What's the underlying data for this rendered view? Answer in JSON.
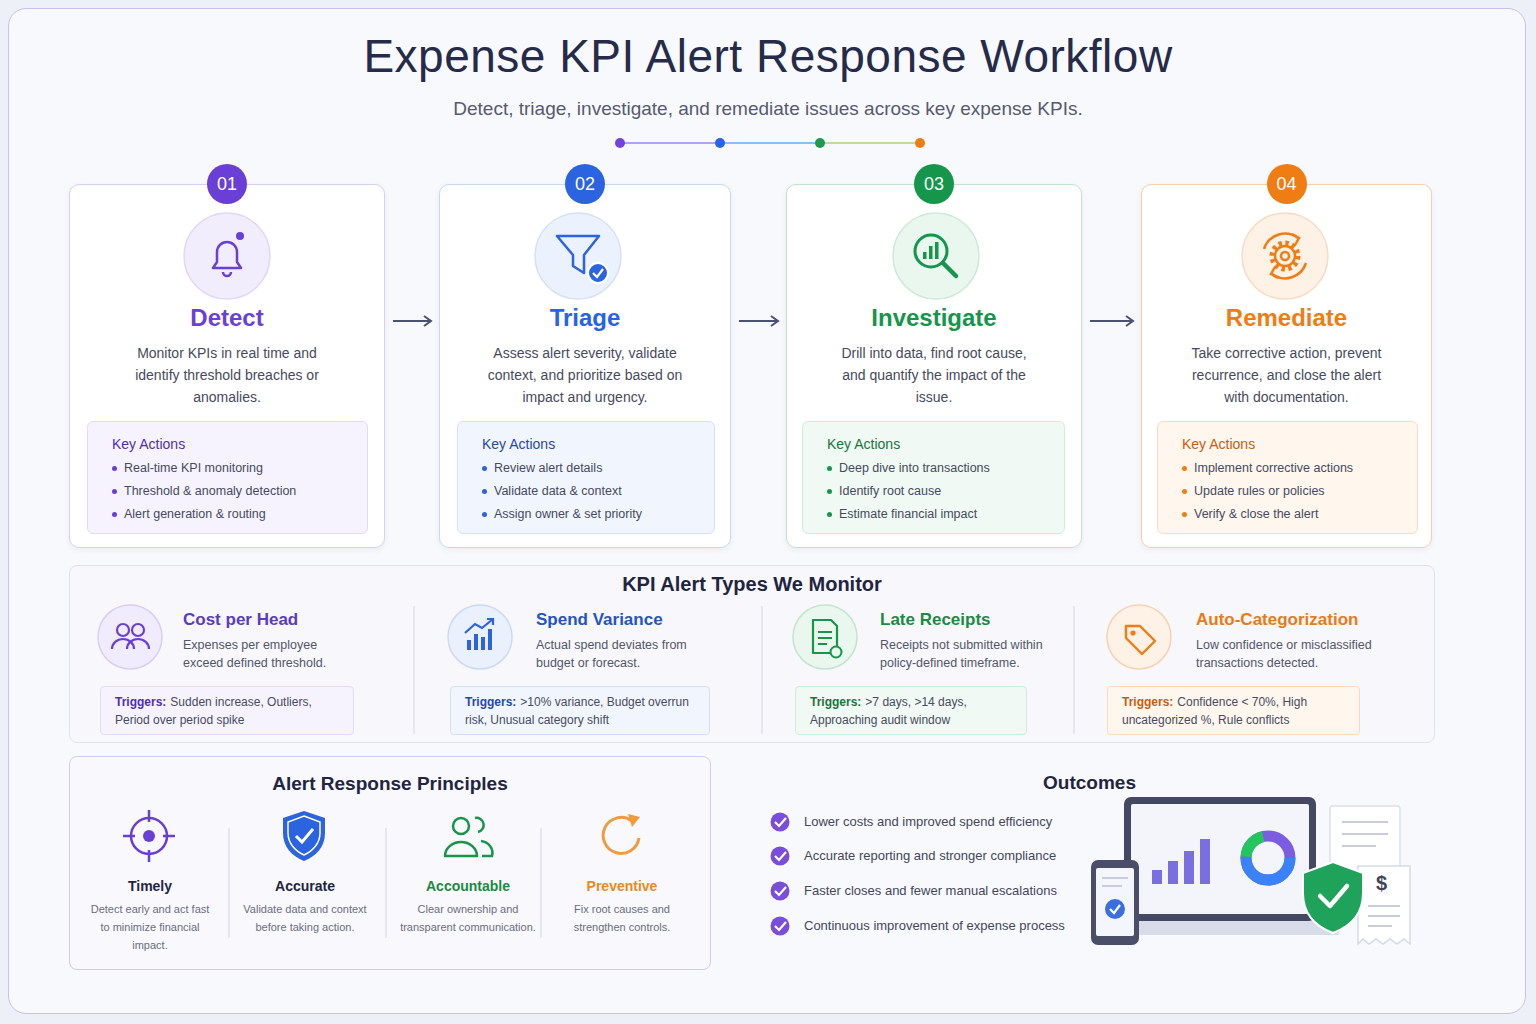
{
  "diagram": {
    "title": "Expense KPI Alert Response Workflow",
    "caption": "Detect, triage, investigate, and remediate issues across key expense KPIs.",
    "nodes": [
      {
        "text": [
          "01",
          "Detect",
          "Monitor KPIs in real time and identify threshold breaches or anomalies."
        ]
      },
      {
        "text": [
          "Key Actions",
          "Real-time KPI monitoring",
          "Threshold & anomaly detection",
          "Alert generation & routing"
        ],
        "in": 0
      },
      {
        "text": [
          "02",
          "Triage",
          "Assess alert severity, validate context, and prioritize based on impact and urgency."
        ]
      },
      {
        "text": [
          "Key Actions",
          "Review alert details",
          "Validate data & context",
          "Assign owner & set priority"
        ],
        "in": 2
      },
      {
        "text": [
          "03",
          "Investigate",
          "Drill into data, find root cause, and quantify the impact of the issue."
        ]
      },
      {
        "text": [
          "Key Actions",
          "Deep dive into transactions",
          "Identify root cause",
          "Estimate financial impact"
        ],
        "in": 4
      },
      {
        "text": [
          "04",
          "Remediate",
          "Take corrective action, prevent recurrence, and close the alert with documentation."
        ]
      },
      {
        "text": [
          "Key Actions",
          "Implement corrective actions",
          "Update rules or policies",
          "Verify & close the alert"
        ],
        "in": 6
      },
      {
        "text": [
          "KPI Alert Types We Monitor"
        ]
      },
      {
        "text": [
          "Cost per Head",
          "Expenses per employee exceed defined threshold."
        ],
        "in": 8
      },
      {
        "text": [
          "Triggers:",
          "Sudden increase, Outliers, Period over period spike"
        ],
        "in": 9
      },
      {
        "text": [
          "Spend Variance",
          "Actual spend deviates from budget or forecast."
        ],
        "in": 8
      },
      {
        "text": [
          "Triggers:",
          ">10% variance, Budget overrun risk, Unusual category shift"
        ],
        "in": 11
      },
      {
        "text": [
          "Late Receipts",
          "Receipts not submitted within policy-defined timeframe."
        ],
        "in": 8
      },
      {
        "text": [
          "Triggers:",
          ">7 days, >14 days, Approaching audit window"
        ],
        "in": 13
      },
      {
        "text": [
          "Auto-Categorization",
          "Low confidence or misclassified transactions detected."
        ],
        "in": 8
      },
      {
        "text": [
          "Triggers:",
          "Confidence < 70%, High uncategorized %, Rule conflicts"
        ],
        "in": 15
      },
      {
        "text": [
          "Alert Response Principles"
        ]
      },
      {
        "text": [
          "Timely",
          "Detect early and act fast to minimize financial impact."
        ],
        "in": 17
      },
      {
        "text": [
          "Accurate",
          "Validate data and context before taking action."
        ],
        "in": 17
      },
      {
        "text": [
          "Accountable",
          "Clear ownership and transparent communication."
        ],
        "in": 17
      },
      {
        "text": [
          "Preventive",
          "Fix root causes and strengthen controls."
        ],
        "in": 17
      },
      {
        "text": [
          "Outcomes",
          "Lower costs and improved spend efficiency",
          "Accurate reporting and stronger compliance",
          "Faster closes and fewer manual escalations",
          "Continuous improvement of expense process"
        ]
      }
    ],
    "edges": [
      {
        "from": 0,
        "to": 2,
        "arrow": "to"
      },
      {
        "from": 2,
        "to": 4,
        "arrow": "to"
      },
      {
        "from": 4,
        "to": 6,
        "arrow": "to"
      }
    ],
    "labels": [
      "$"
    ]
  }
}
